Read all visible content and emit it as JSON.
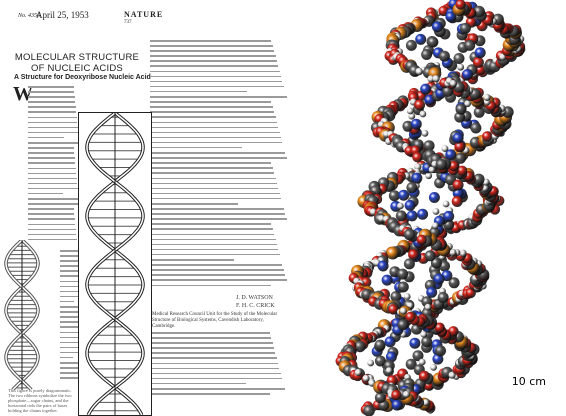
{
  "paper": {
    "issue": "No. 4356",
    "date": "April 25, 1953",
    "journal": "NATURE",
    "page": "737",
    "title": "MOLECULAR STRUCTURE OF NUCLEIC ACIDS",
    "subtitle": "A Structure for Deoxyribose Nucleic Acid",
    "dropcap": "W",
    "author_1": "J. D. WATSON",
    "author_2": "F. H. C. CRICK",
    "affiliation": "Medical Research Council Unit for the Study of the Molecular Structure of Biological Systems, Cavendish Laboratory, Cambridge.",
    "caption": "This figure is purely diagrammatic. The two ribbons symbolize the two phosphate—sugar chains, and the horizontal rods the pairs of bases holding the chains together."
  },
  "model": {
    "scale_label": "10 cm",
    "colors": {
      "carbon": "#5c5c5c",
      "oxygen": "#d8261c",
      "nitrogen": "#2a46c8",
      "phosphorus": "#e8891c",
      "hydrogen": "#f2f2f2"
    }
  }
}
